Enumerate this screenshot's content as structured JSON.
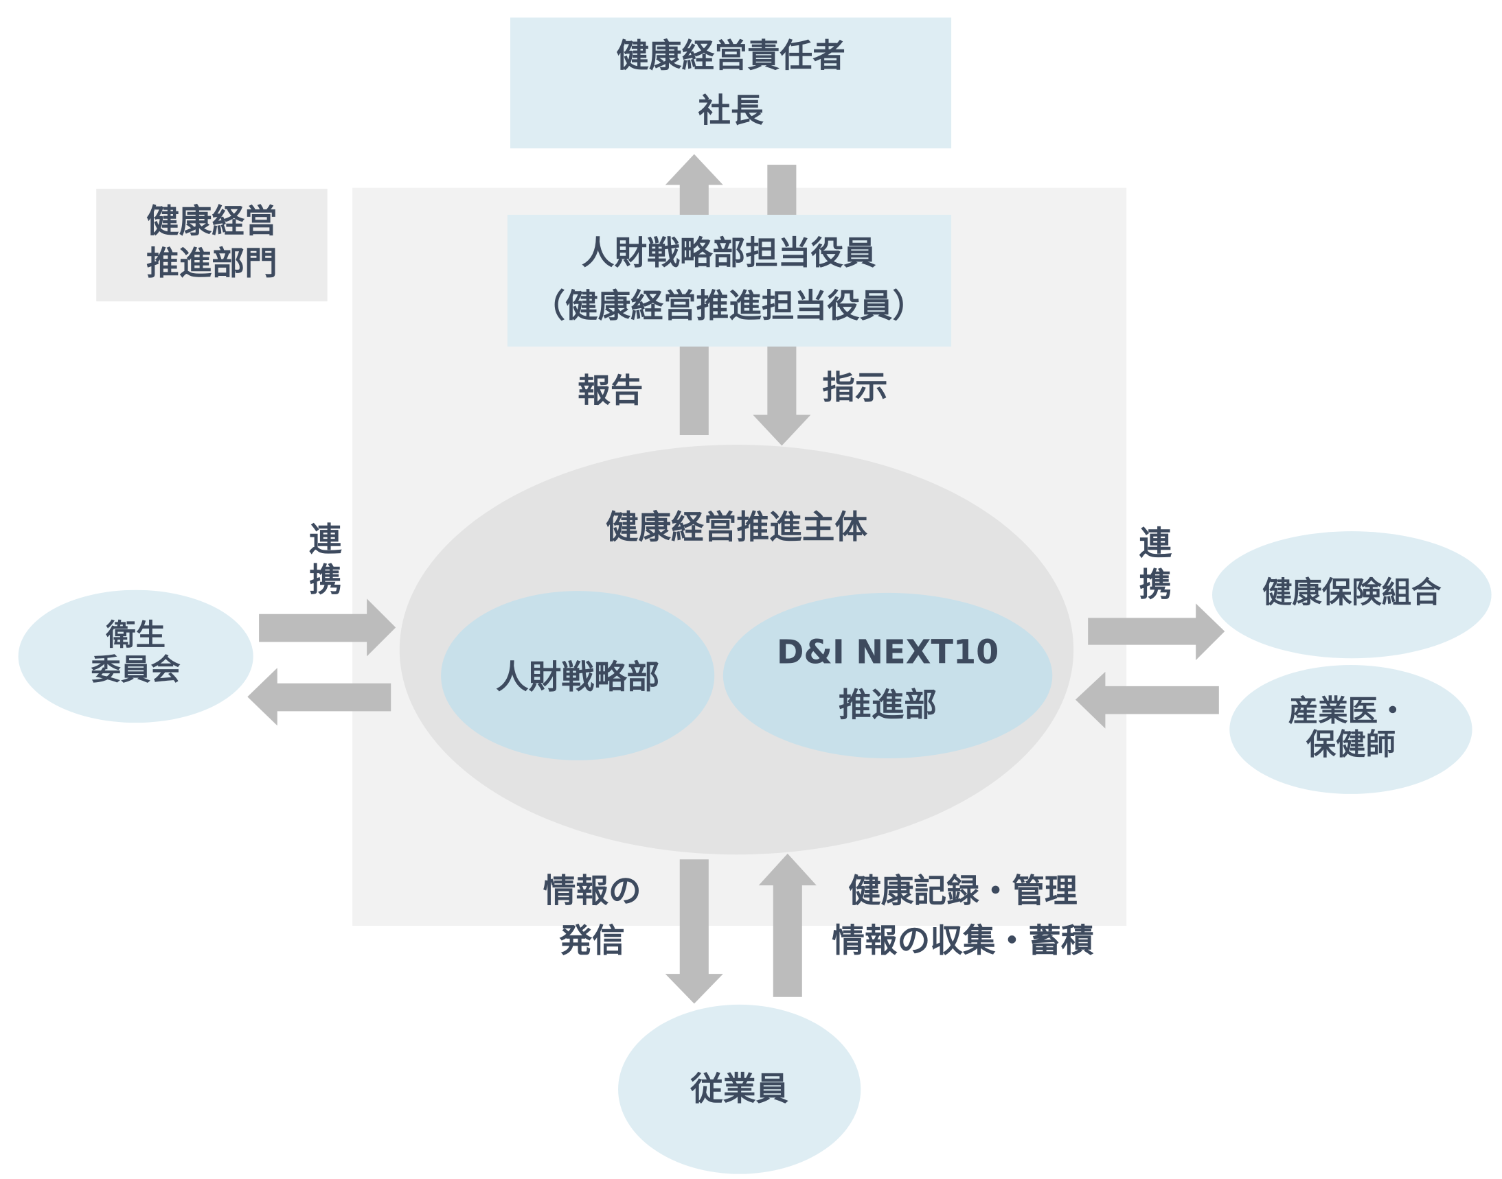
{
  "colors": {
    "box": "#deedf3",
    "panel": "#f2f2f2",
    "label_box": "#ececec",
    "main_ellipse": "#e3e3e3",
    "inner_ellipse": "#c8e0ea",
    "arrow": "#bcbcbc",
    "text": "#3d4a5e"
  },
  "top_box": {
    "line1": "健康経営責任者",
    "line2": "社長"
  },
  "section_label": {
    "line1": "健康経営",
    "line2": "推進部門"
  },
  "officer_box": {
    "line1": "人財戦略部担当役員",
    "line2": "（健康経営推進担当役員）"
  },
  "vertical_labels": {
    "report": "報告",
    "instruct": "指示"
  },
  "main_body": {
    "title": "健康経営推進主体",
    "left_unit": "人財戦略部",
    "right_unit": {
      "line1": "D&I NEXT10",
      "line2": "推進部"
    }
  },
  "left_partner": {
    "line1": "衛生",
    "line2": "委員会",
    "link": {
      "line1": "連",
      "line2": "携"
    }
  },
  "right_partners": {
    "insurance": "健康保険組合",
    "doctor": {
      "line1": "産業医・",
      "line2": "保健師"
    },
    "link": {
      "line1": "連",
      "line2": "携"
    }
  },
  "bottom": {
    "send": {
      "line1": "情報の",
      "line2": "発信"
    },
    "collect": {
      "line1": "健康記録・管理",
      "line2": "情報の収集・蓄積"
    },
    "employees": "従業員"
  }
}
